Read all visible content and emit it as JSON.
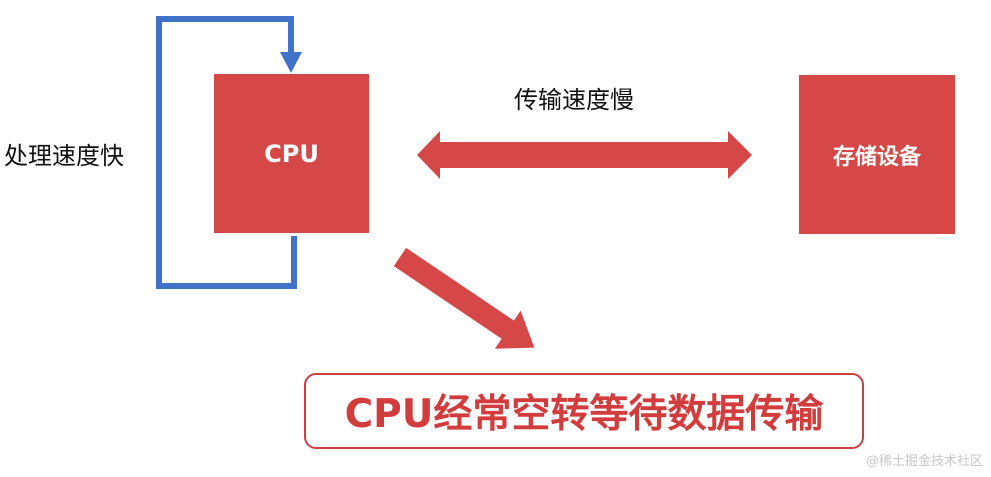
{
  "diagram": {
    "side_label": "处理速度快",
    "top_label": "传输速度慢",
    "cpu_label": "CPU",
    "storage_label": "存储设备",
    "conclusion": "CPU经常空转等待数据传输",
    "watermark": "@稀土掘金技术社区",
    "colors": {
      "block_red": "#d64848",
      "loop_blue": "#3f72c8",
      "box_border": "#c94040",
      "conclusion_text": "#d23c3c"
    }
  }
}
